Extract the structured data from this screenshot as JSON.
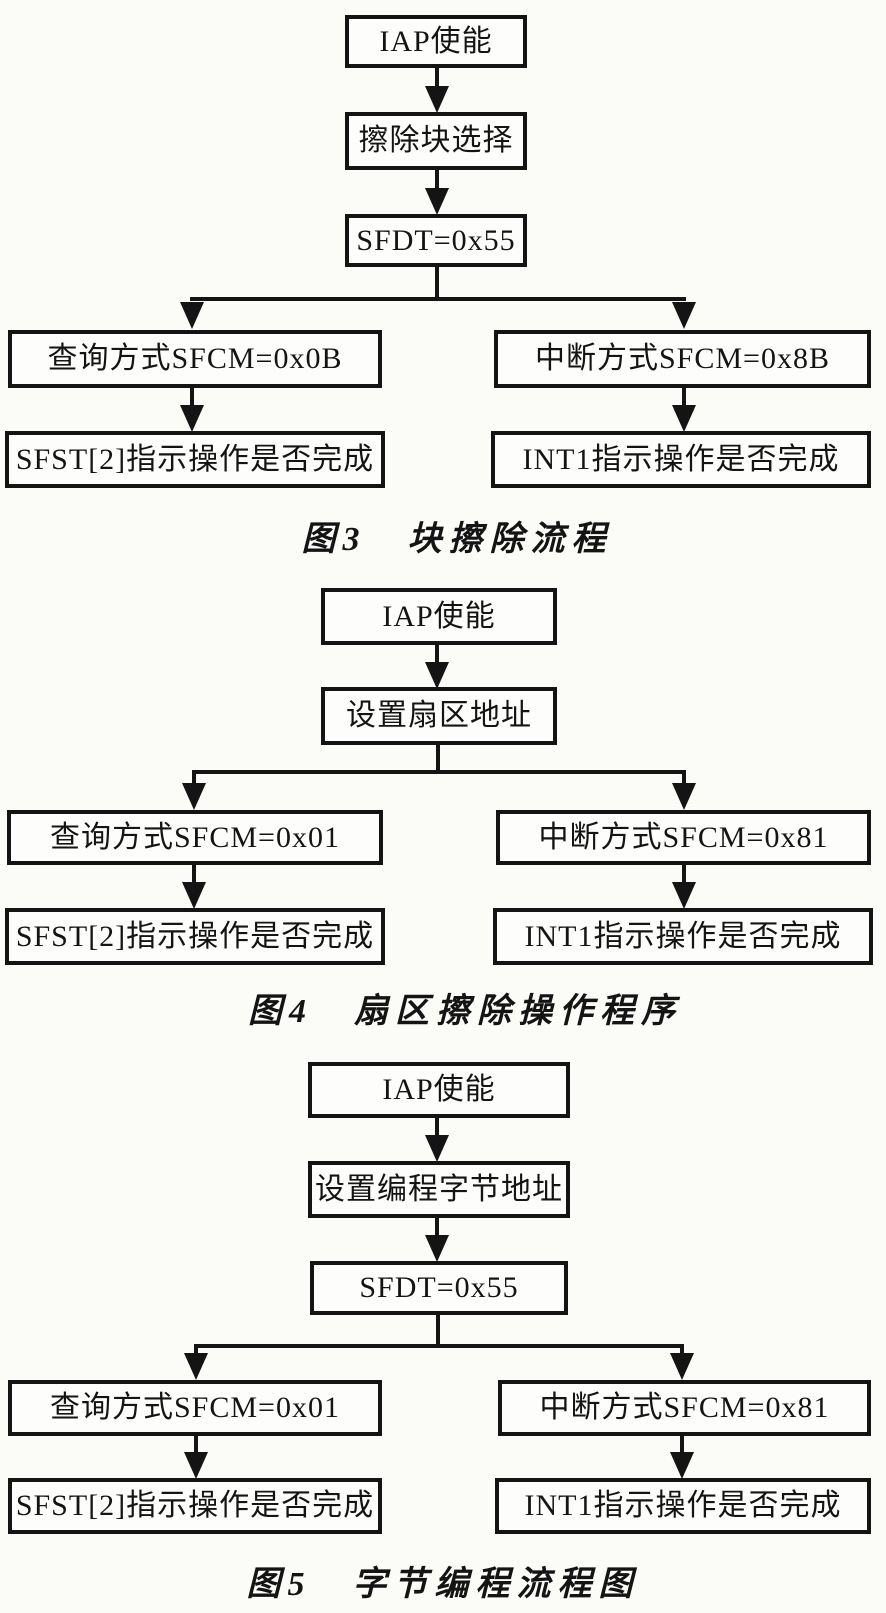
{
  "page": {
    "background": "#fbfbf8",
    "ink": "#141414"
  },
  "figures": [
    {
      "name": "block-erase-flow",
      "caption": "图3　块擦除流程",
      "top_nodes": [
        "IAP使能",
        "擦除块选择",
        "SFDT=0x55"
      ],
      "left_branch": [
        "查询方式SFCM=0x0B",
        "SFST[2]指示操作是否完成"
      ],
      "right_branch": [
        "中断方式SFCM=0x8B",
        "INT1指示操作是否完成"
      ]
    },
    {
      "name": "sector-erase-procedure",
      "caption": "图4　扇区擦除操作程序",
      "top_nodes": [
        "IAP使能",
        "设置扇区地址"
      ],
      "left_branch": [
        "查询方式SFCM=0x01",
        "SFST[2]指示操作是否完成"
      ],
      "right_branch": [
        "中断方式SFCM=0x81",
        "INT1指示操作是否完成"
      ]
    },
    {
      "name": "byte-program-flow",
      "caption": "图5　字节编程流程图",
      "top_nodes": [
        "IAP使能",
        "设置编程字节地址",
        "SFDT=0x55"
      ],
      "left_branch": [
        "查询方式SFCM=0x01",
        "SFST[2]指示操作是否完成"
      ],
      "right_branch": [
        "中断方式SFCM=0x81",
        "INT1指示操作是否完成"
      ]
    }
  ]
}
